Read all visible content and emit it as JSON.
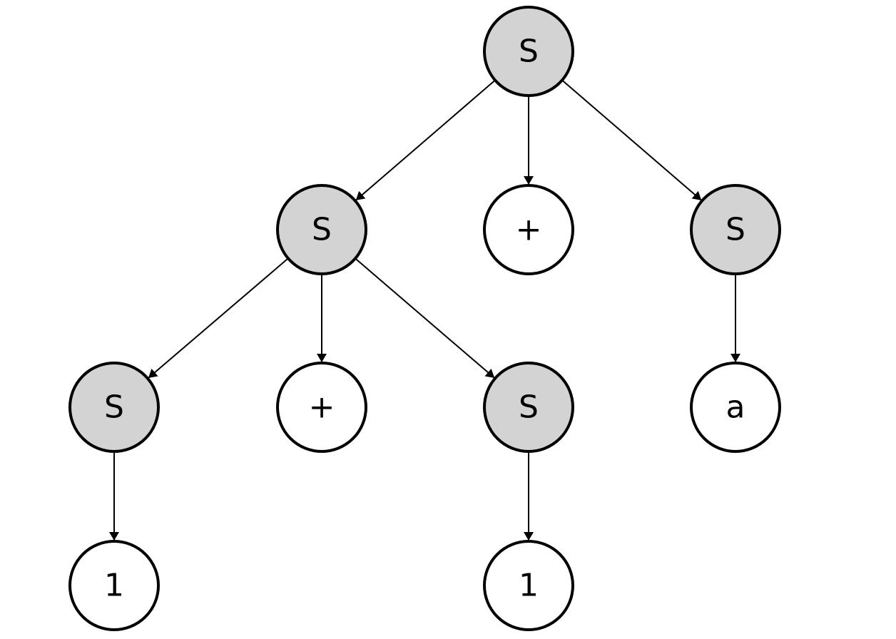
{
  "diagram": {
    "colors": {
      "nonterminal_fill": "#d3d3d3",
      "terminal_fill": "#ffffff",
      "stroke": "#000000"
    },
    "nodes": [
      {
        "id": "n0",
        "label": "S",
        "kind": "nonterminal"
      },
      {
        "id": "n1",
        "label": "S",
        "kind": "nonterminal"
      },
      {
        "id": "n2",
        "label": "+",
        "kind": "terminal"
      },
      {
        "id": "n3",
        "label": "S",
        "kind": "nonterminal"
      },
      {
        "id": "n4",
        "label": "S",
        "kind": "nonterminal"
      },
      {
        "id": "n5",
        "label": "+",
        "kind": "terminal"
      },
      {
        "id": "n6",
        "label": "S",
        "kind": "nonterminal"
      },
      {
        "id": "n7",
        "label": "a",
        "kind": "terminal"
      },
      {
        "id": "n8",
        "label": "1",
        "kind": "terminal"
      },
      {
        "id": "n9",
        "label": "1",
        "kind": "terminal"
      }
    ],
    "edges": [
      {
        "from": "n0",
        "to": "n1"
      },
      {
        "from": "n0",
        "to": "n2"
      },
      {
        "from": "n0",
        "to": "n3"
      },
      {
        "from": "n1",
        "to": "n4"
      },
      {
        "from": "n1",
        "to": "n5"
      },
      {
        "from": "n1",
        "to": "n6"
      },
      {
        "from": "n3",
        "to": "n7"
      },
      {
        "from": "n4",
        "to": "n8"
      },
      {
        "from": "n6",
        "to": "n9"
      }
    ]
  }
}
